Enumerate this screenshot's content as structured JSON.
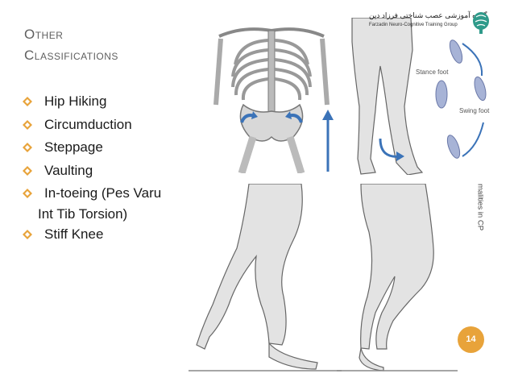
{
  "slide": {
    "title_line1": "Other",
    "title_line2": "Classifications",
    "bullets": [
      "Hip Hiking",
      "Circumduction",
      "Steppage",
      "Vaulting",
      "In-toeing (Pes Varu",
      "Stiff Knee"
    ],
    "bullet_continuation": "Int Tib Torsion)",
    "side_text": "malities in CP",
    "page_number": "14",
    "accent_color": "#e8a33a"
  },
  "logo": {
    "persian_text": "گروه آموزشی عصب شناختی فرزاد دین",
    "english_text": "Farzadin Neuro-Cognitive Training Group"
  },
  "figure": {
    "stance_label": "Stance foot",
    "swing_label": "Swing foot"
  }
}
